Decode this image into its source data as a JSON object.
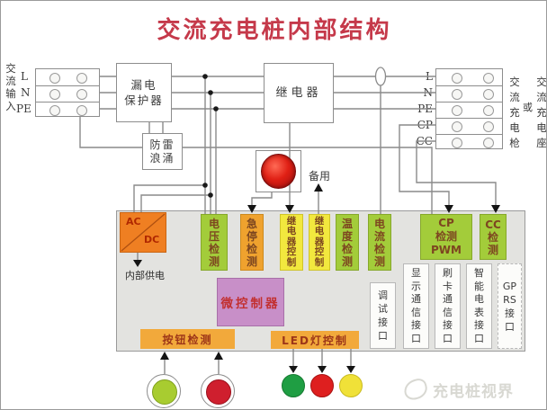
{
  "title": "交流充电桩内部结构",
  "watermark": "充电桩视界",
  "left": {
    "input_label": "交\n流\n输\n入",
    "terminals": [
      "L",
      "N",
      "PE"
    ]
  },
  "right": {
    "terminals": [
      "L",
      "N",
      "PE",
      "CP",
      "CC"
    ],
    "gun": "交\n流\n充\n电\n枪",
    "or": "或",
    "socket": "交\n流\n充\n电\n座"
  },
  "blocks": {
    "leakage": "漏电\n保护器",
    "surge": "防雷\n浪涌",
    "relay": "继电器",
    "spare": "备用",
    "ac": "AC",
    "dc": "DC",
    "internal_power": "内部供电",
    "mcu": "微控制器",
    "voltage": "电\n压\n检\n测",
    "estop": "急\n停\n检\n测",
    "relay_ctrl1": "继\n电\n器\n控\n制",
    "relay_ctrl2": "继\n电\n器\n控\n制",
    "temp": "温\n度\n检\n测",
    "current": "电\n流\n检\n测",
    "cp": "CP\n检测\nPWM",
    "cc": "CC\n检\n测",
    "debug": "调\n试\n接\n口",
    "display": "显\n示\n通\n信\n接\n口",
    "card": "刷\n卡\n通\n信\n接\n口",
    "meter": "智\n能\n电\n表\n接\n口",
    "gprs": "GP\nRS\n接\n口",
    "button_detect": "按钮检测",
    "led_control": "LED灯控制"
  },
  "indicators": {
    "buttons": [
      "green",
      "red"
    ],
    "leds": [
      "green",
      "red",
      "yellow"
    ]
  },
  "colors": {
    "title_red": "#c5394a",
    "wire_gray": "#8a8a8a",
    "container_gray": "#e3e3e0",
    "green_box": "#a3cc3a",
    "yellow_box": "#f2e83e",
    "orange_box": "#efa22e",
    "acdc_orange": "#ef7f22",
    "mcu_plum": "#c88fc8",
    "amber_box": "#f2a93b",
    "estop_red": "#d01818",
    "button_green": "#a8cc30",
    "button_red": "#cf1f2e",
    "led_green": "#1f9e43",
    "led_red": "#de1f1f",
    "led_yellow": "#f0e138"
  }
}
